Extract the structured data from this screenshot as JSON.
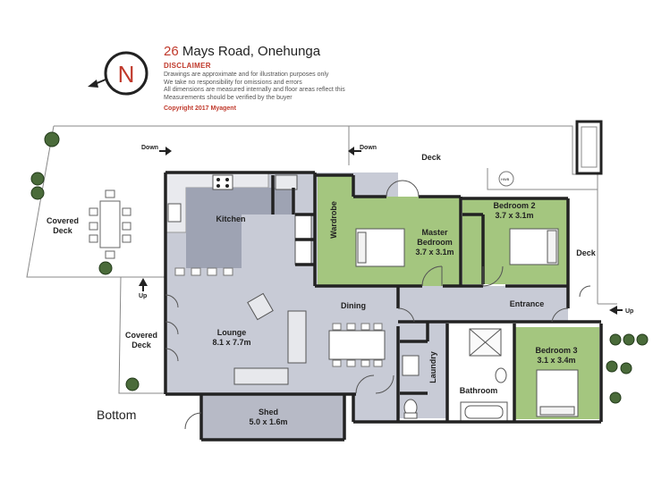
{
  "header": {
    "address_number": "26",
    "address_rest": " Mays Road, Onehunga",
    "disclaimer_title": "DISCLAIMER",
    "disclaimer_lines": [
      "Drawings are approximate and for illustration purposes only",
      "We take no responsibility for omissions and errors",
      "All dimensions are measured internally and floor areas reflect this",
      "Measurements should be verified by the buyer"
    ],
    "copyright": "Copyright 2017   Myagent"
  },
  "compass": {
    "letter": "N"
  },
  "level_label": "Bottom",
  "rooms": {
    "kitchen": {
      "name": "Kitchen"
    },
    "wardrobe": {
      "name": "Wardrobe"
    },
    "master": {
      "name_1": "Master",
      "name_2": "Bedroom",
      "dims": "3.7 x 3.1m"
    },
    "bedroom2": {
      "name": "Bedroom 2",
      "dims": "3.7 x 3.1m"
    },
    "bedroom3": {
      "name": "Bedroom 3",
      "dims": "3.1 x 3.4m"
    },
    "lounge": {
      "name": "Lounge",
      "dims": "8.1 x 7.7m"
    },
    "dining": {
      "name": "Dining"
    },
    "entrance": {
      "name": "Entrance"
    },
    "laundry": {
      "name": "Laundry"
    },
    "bathroom": {
      "name": "Bathroom"
    },
    "shed": {
      "name": "Shed",
      "dims": "5.0 x 1.6m"
    },
    "deck_top": {
      "name": "Deck"
    },
    "deck_right": {
      "name": "Deck"
    },
    "covered_deck_left": {
      "name_1": "Covered",
      "name_2": "Deck"
    },
    "covered_deck_bottom": {
      "name_1": "Covered",
      "name_2": "Deck"
    }
  },
  "stairs": {
    "down_left": "Down",
    "down_right": "Down",
    "up_left": "Up",
    "up_right": "Up"
  },
  "fixtures": {
    "hwc": "HWB"
  },
  "colors": {
    "living_floor": "#c8cbd6",
    "bedroom_floor": "#a4c67f",
    "shed_floor": "#b7bac6",
    "wall": "#222222",
    "accent_red": "#c0392b"
  }
}
